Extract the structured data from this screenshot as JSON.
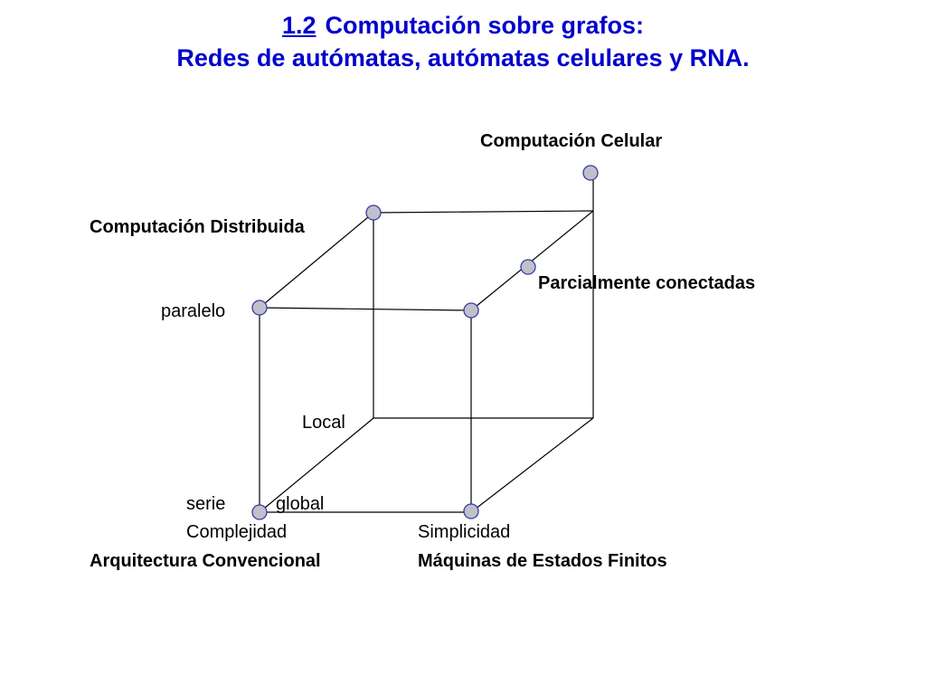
{
  "title": {
    "number": "1.2",
    "line1": "Computación sobre grafos:",
    "line2": "Redes de autómatas, autómatas celulares y RNA."
  },
  "labels": {
    "computacion_celular": "Computación  Celular",
    "computacion_distribuida": "Computación Distribuida",
    "parcialmente_conectadas": "Parcialmente conectadas",
    "paralelo": "paralelo",
    "local": "Local",
    "serie": "serie",
    "global": "global",
    "complejidad": "Complejidad",
    "simplicidad": "Simplicidad",
    "arquitectura_convencional": "Arquitectura Convencional",
    "maquinas_estados_finitos": "Máquinas de Estados Finitos"
  },
  "colors": {
    "title": "#0000cc",
    "node_fill": "#c0c0cc",
    "node_stroke": "#3a3aa0",
    "edge": "#000000"
  }
}
